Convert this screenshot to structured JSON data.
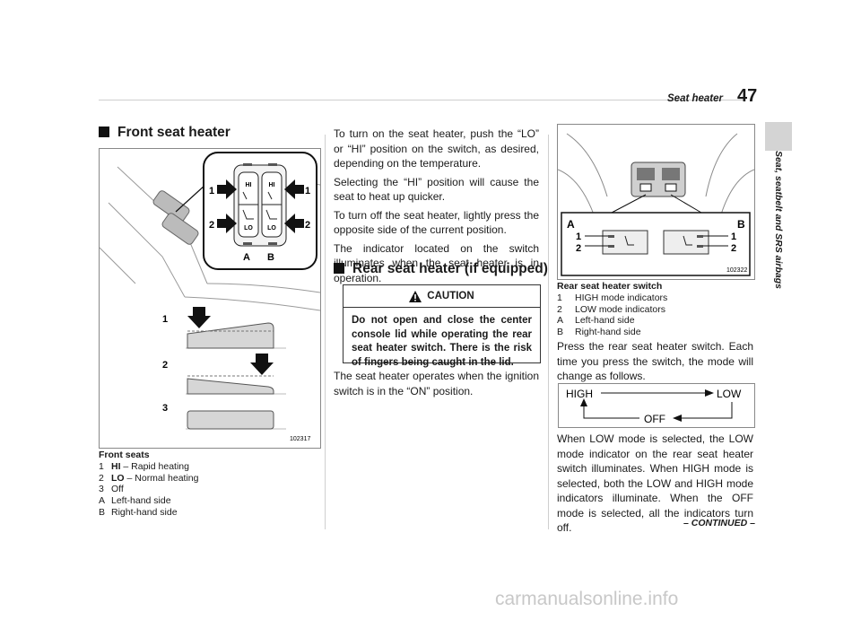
{
  "header": {
    "section_title": "Seat heater",
    "page_number": "47",
    "side_tab_text": "Seat, seatbelt and SRS airbags"
  },
  "left": {
    "heading": "Front seat heater",
    "figure": {
      "code": "102317",
      "callout_1": "1",
      "callout_2": "2",
      "callout_a": "A",
      "callout_b": "B",
      "switch_hi": "HI",
      "switch_lo": "LO",
      "step_1": "1",
      "step_2": "2",
      "step_3": "3"
    },
    "caption_title": "Front seats",
    "legend": [
      {
        "key": "1",
        "bold": "HI",
        "text": " – Rapid heating"
      },
      {
        "key": "2",
        "bold": "LO",
        "text": " – Normal heating"
      },
      {
        "key": "3",
        "bold": "",
        "text": "Off"
      },
      {
        "key": "A",
        "bold": "",
        "text": "Left-hand side"
      },
      {
        "key": "B",
        "bold": "",
        "text": "Right-hand side"
      }
    ]
  },
  "middle": {
    "paragraphs": [
      "To turn on the seat heater, push the “LO” or “HI” position on the switch, as desired, depending on the temperature.",
      "Selecting the “HI” position will cause the seat to heat up quicker.",
      "To turn off the seat heater, lightly press the opposite side of the current position.",
      "The indicator located on the switch illuminates when the seat heater is in operation."
    ],
    "heading2": "Rear seat heater (if equipped)",
    "caution_label": "CAUTION",
    "caution_text": "Do not open and close the center console lid while operating the rear seat heater switch. There is the risk of fingers being caught in the lid.",
    "after_caution": "The seat heater operates when the ignition switch is in the “ON” position."
  },
  "right": {
    "figure": {
      "code": "102322",
      "label_a": "A",
      "label_b": "B",
      "left_1": "1",
      "left_2": "2",
      "right_1": "1",
      "right_2": "2"
    },
    "caption_title": "Rear seat heater switch",
    "legend": [
      {
        "key": "1",
        "text": "HIGH mode indicators"
      },
      {
        "key": "2",
        "text": "LOW mode indicators"
      },
      {
        "key": "A",
        "text": "Left-hand side"
      },
      {
        "key": "B",
        "text": "Right-hand side"
      }
    ],
    "para1": "Press the rear seat heater switch. Each time you press the switch, the mode will change as follows.",
    "flow": {
      "high": "HIGH",
      "low": "LOW",
      "off": "OFF"
    },
    "para2": "When LOW mode is selected, the LOW mode indicator on the rear seat heater switch illuminates. When HIGH mode is selected, both the LOW and HIGH mode indicators illuminate. When the OFF mode is selected, all the indicators turn off.",
    "footer": "– CONTINUED –"
  },
  "watermark": "carmanualsonline.info"
}
